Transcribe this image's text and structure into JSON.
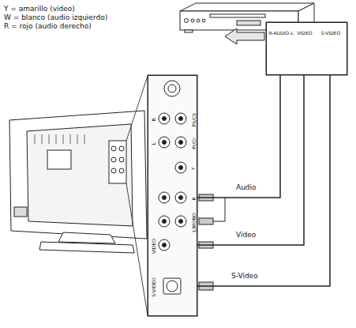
{
  "diagram": {
    "nodes": [
      {
        "text": [
          "R-AUDIO-L",
          "VIDEO",
          "S-VIDEO"
        ]
      },
      {
        "text": [
          "R",
          "Pb/Cb",
          "L",
          "Pr/Cr",
          "Y",
          "R",
          "L/MONO",
          "VIDEO",
          "S-VIDEO"
        ]
      }
    ],
    "edges": [
      {
        "from": 0,
        "to": 1,
        "arrow": "none",
        "label": "Audio"
      },
      {
        "from": 0,
        "to": 1,
        "arrow": "none",
        "label": "Video"
      },
      {
        "from": 0,
        "to": 1,
        "arrow": "none",
        "label": "S-Video"
      }
    ],
    "labels": [
      "Y = amarillo (video)",
      "W = blanco (audio izquierdo)",
      "R = rojo (audio derecho)"
    ]
  }
}
